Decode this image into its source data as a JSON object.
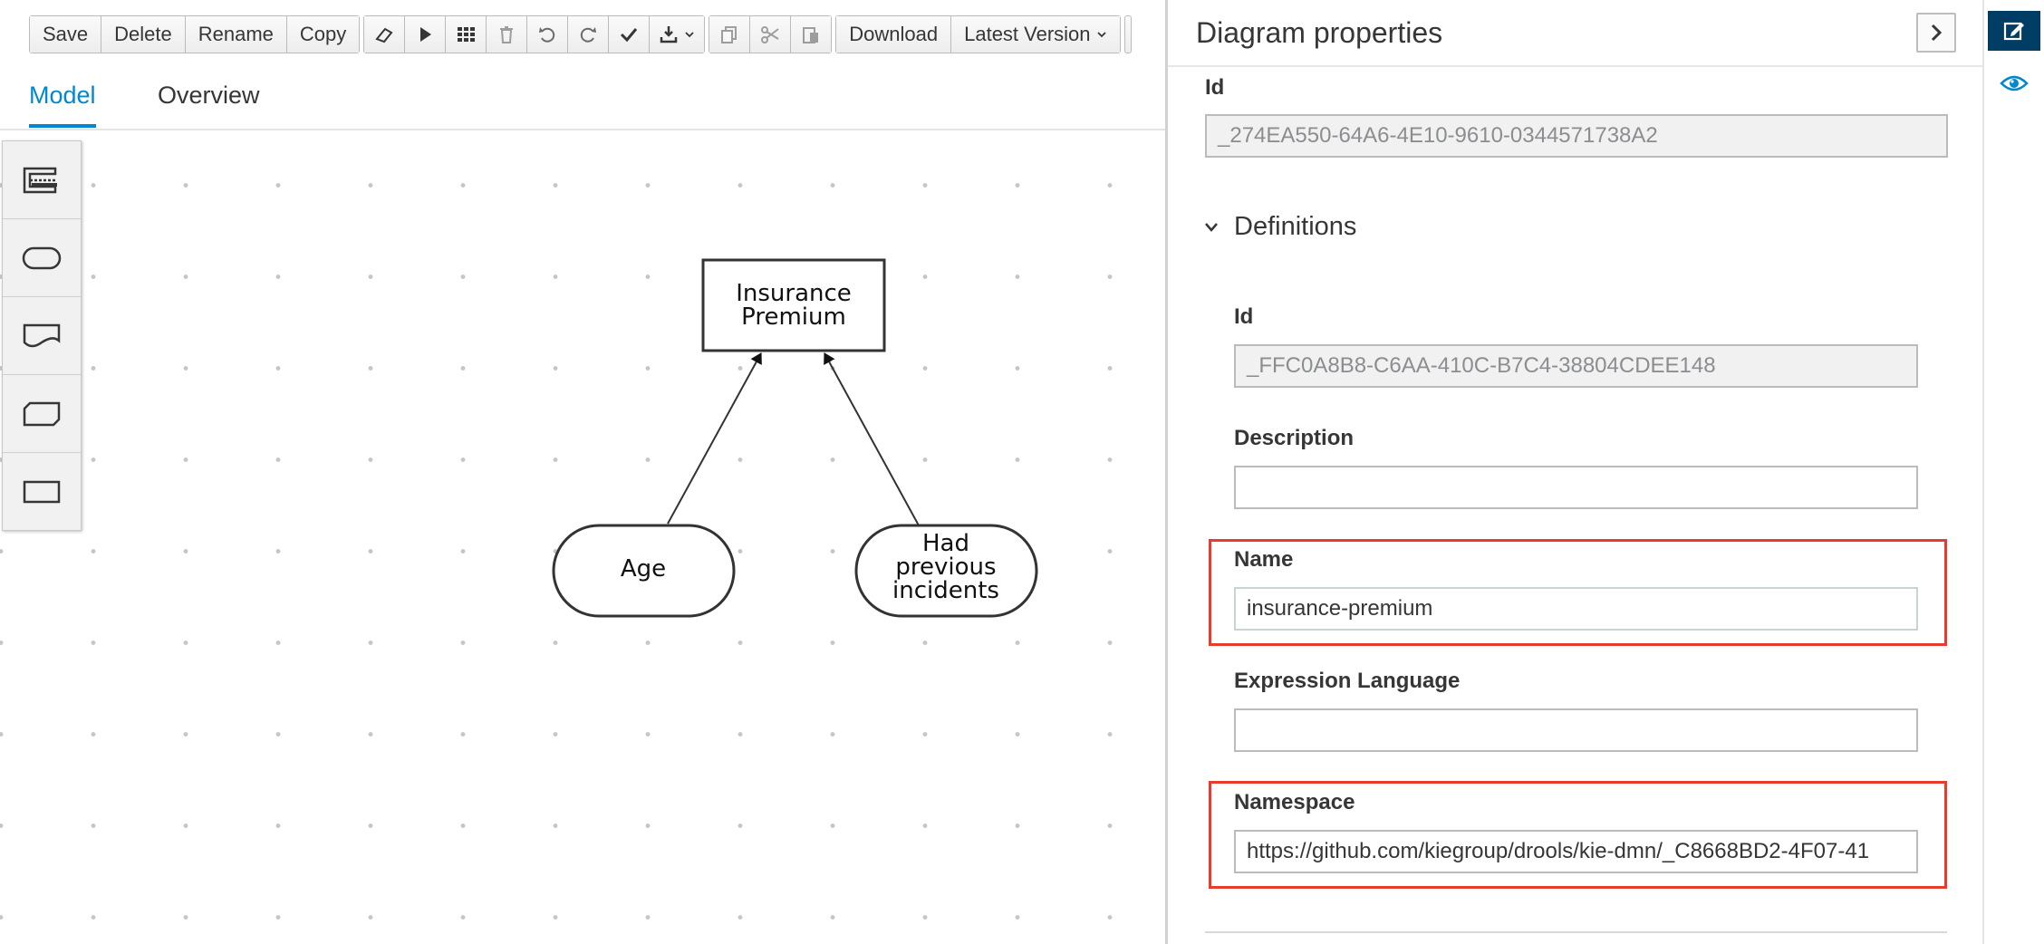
{
  "toolbar": {
    "save": "Save",
    "delete": "Delete",
    "rename": "Rename",
    "copy": "Copy",
    "download": "Download",
    "latest_version": "Latest Version",
    "icons": [
      "eraser-icon",
      "play-icon",
      "grid-icon",
      "trash-icon",
      "undo-icon",
      "redo-icon",
      "check-icon",
      "export-icon",
      "copy-icon",
      "cut-icon",
      "paste-icon"
    ]
  },
  "tabs": {
    "model": "Model",
    "overview": "Overview"
  },
  "palette": [
    "decision-service-icon",
    "input-data-icon",
    "knowledge-source-icon",
    "business-knowledge-model-icon",
    "decision-icon"
  ],
  "diagram": {
    "decision": [
      "Insurance",
      "Premium"
    ],
    "inputs": [
      {
        "lines": [
          "Age"
        ]
      },
      {
        "lines": [
          "Had",
          "previous",
          "incidents"
        ]
      }
    ]
  },
  "properties": {
    "title": "Diagram properties",
    "id_label": "Id",
    "id_value": "_274EA550-64A6-4E10-9610-0344571738A2",
    "definitions_label": "Definitions",
    "def_id_label": "Id",
    "def_id_value": "_FFC0A8B8-C6AA-410C-B7C4-38804CDEE148",
    "description_label": "Description",
    "description_value": "",
    "name_label": "Name",
    "name_value": "insurance-premium",
    "expression_language_label": "Expression Language",
    "expression_language_value": "",
    "namespace_label": "Namespace",
    "namespace_value": "https://github.com/kiegroup/drools/kie-dmn/_C8668BD2-4F07-41"
  },
  "colors": {
    "accent": "#0088ce",
    "highlight": "#e63c2f",
    "rail_active": "#003d64"
  }
}
